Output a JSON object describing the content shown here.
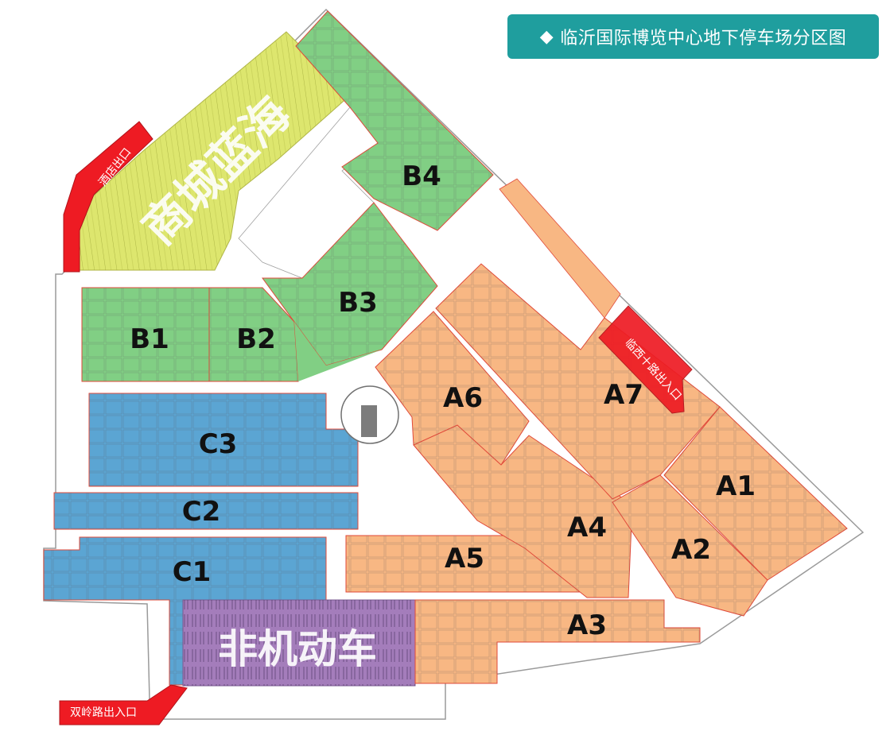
{
  "title": {
    "icon": "diamond-icon",
    "text": "临沂国际博览中心地下停车场分区图"
  },
  "colors": {
    "orange": "#f8b783",
    "green": "#81cf84",
    "blue": "#5ba5d3",
    "purple": "#a47dbb",
    "yellow": "#dde66e",
    "red": "#ee1b23",
    "title_bg": "#1f9e9e",
    "outline": "#e04a3a"
  },
  "zones": {
    "A1": "A1",
    "A2": "A2",
    "A3": "A3",
    "A4": "A4",
    "A5": "A5",
    "A6": "A6",
    "A7": "A7",
    "B1": "B1",
    "B2": "B2",
    "B3": "B3",
    "B4": "B4",
    "C1": "C1",
    "C2": "C2",
    "C3": "C3"
  },
  "areas": {
    "mall": "商城蓝海",
    "non_motor": "非机动车"
  },
  "entrances": {
    "hotel_exit": "酒店出口",
    "linxi_entrance": "临西十路出入口",
    "shuangling_entrance": "双岭路出入口"
  }
}
